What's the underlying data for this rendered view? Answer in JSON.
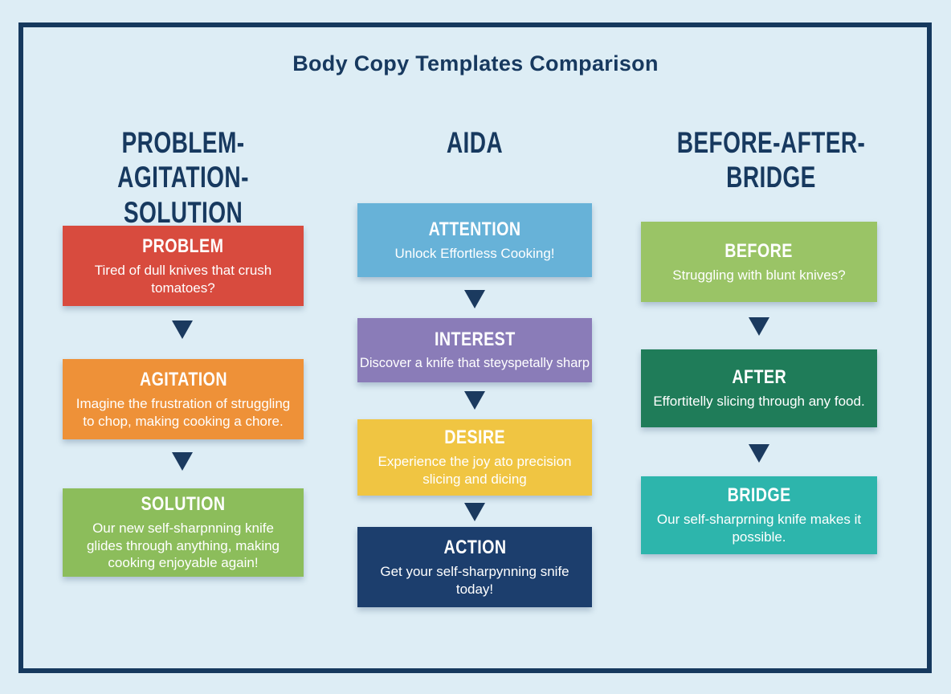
{
  "page": {
    "background_color": "#ddedf5",
    "border_color": "#16395e",
    "heading_color": "#17395f",
    "arrow_color": "#1b3a5f",
    "title": "Body Copy Templates Comparison"
  },
  "columns": [
    {
      "header": "PROBLEM-AGITATION-SOLUTION",
      "steps": [
        {
          "label": "PROBLEM",
          "text": "Tired of dull knives that crush tomatoes?",
          "color": "#d84b3e"
        },
        {
          "label": "AGITATION",
          "text": "Imagine the frustration of struggling to chop, making cooking a chore.",
          "color": "#ee9138"
        },
        {
          "label": "SOLUTION",
          "text": "Our new self-sharpnning knife glides through anything, making cooking enjoyable again!",
          "color": "#8cbd5b"
        }
      ]
    },
    {
      "header": "AIDA",
      "steps": [
        {
          "label": "ATTENTION",
          "text": "Unlock Effortless Cooking!",
          "color": "#67b2d8"
        },
        {
          "label": "INTEREST",
          "text": "Discover a knife that steyspetally sharp",
          "color": "#8a7cb8"
        },
        {
          "label": "DESIRE",
          "text": "Experience the joy ato precision slicing and dicing",
          "color": "#f0c542"
        },
        {
          "label": "ACTION",
          "text": "Get your self-sharpynning snife today!",
          "color": "#1c3e6d"
        }
      ]
    },
    {
      "header": "BEFORE-AFTER-BRIDGE",
      "steps": [
        {
          "label": "BEFORE",
          "text": "Struggling with blunt knives?",
          "color": "#9ac466"
        },
        {
          "label": "AFTER",
          "text": "Effortitelly slicing through any food.",
          "color": "#1f7c59"
        },
        {
          "label": "BRIDGE",
          "text": "Our self-sharprning knife makes it possible.",
          "color": "#2db5ac"
        }
      ]
    }
  ]
}
